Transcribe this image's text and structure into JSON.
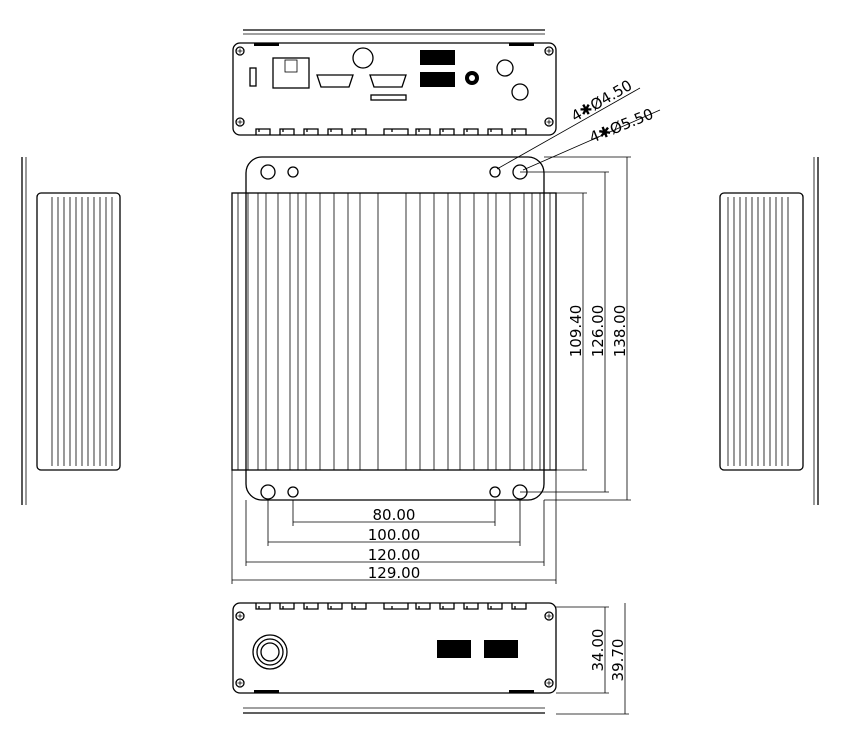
{
  "title": "Fanless mini PC enclosure dimension drawing",
  "callouts": {
    "hole_small": "4✱Ø4.50",
    "hole_large": "4✱Ø5.50"
  },
  "dimensions": {
    "width_80": "80.00",
    "width_100": "100.00",
    "width_120": "120.00",
    "width_129": "129.00",
    "height_109": "109.40",
    "height_126": "126.00",
    "height_138": "138.00",
    "thick_34": "34.00",
    "thick_39": "39.70"
  },
  "colors": {
    "line": "#000000",
    "background": "#ffffff"
  }
}
